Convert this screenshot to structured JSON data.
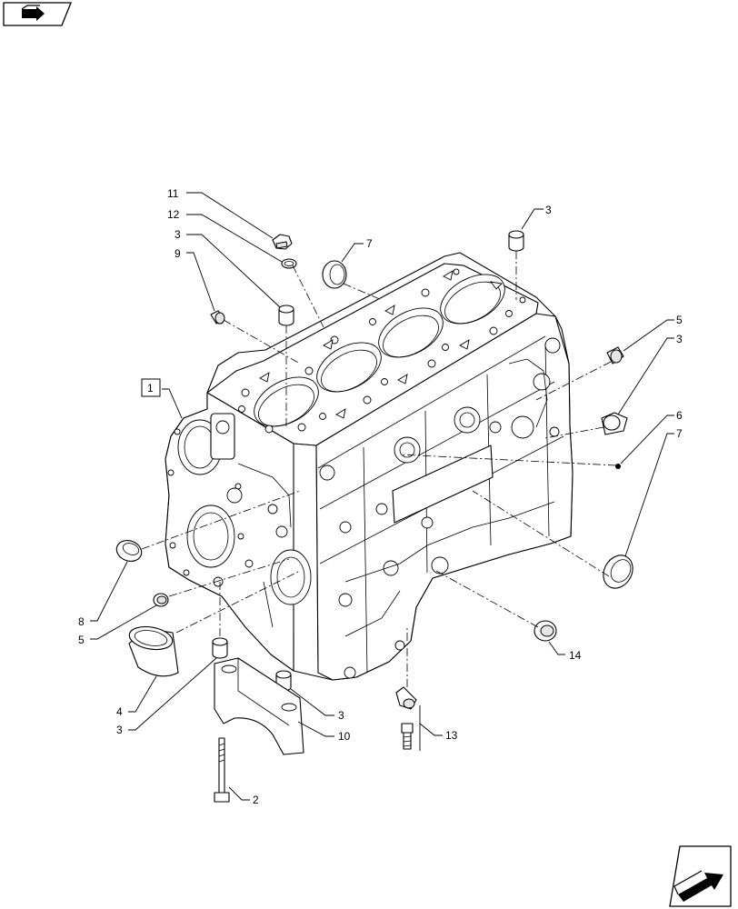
{
  "callouts": {
    "c1": "1",
    "c2": "2",
    "c3a": "3",
    "c3b": "3",
    "c3c": "3",
    "c3d": "3",
    "c3e": "3",
    "c4": "4",
    "c5a": "5",
    "c5b": "5",
    "c6": "6",
    "c7a": "7",
    "c7b": "7",
    "c8": "8",
    "c9": "9",
    "c10": "10",
    "c11": "11",
    "c12": "12",
    "c13": "13",
    "c14": "14"
  },
  "icons": {
    "top_left": "book-arrow-icon",
    "bottom_right": "next-page-arrow-icon"
  }
}
